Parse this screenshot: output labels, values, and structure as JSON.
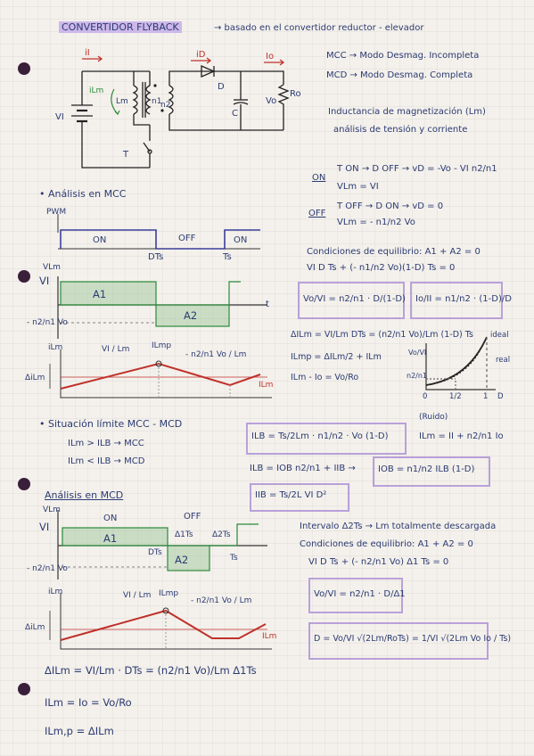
{
  "title": "CONVERTIDOR FLYBACK",
  "title_note": "→ basado en el convertidor reductor - elevador",
  "modes": {
    "mcc": "MCC → Modo Desmag. Incompleta",
    "mcd": "MCD → Modo Desmag. Completa"
  },
  "circuit": {
    "ii": "iI",
    "id": "iD",
    "io": "Io",
    "ilm": "iLm",
    "lm": "Lm",
    "n1": "n1",
    "n2": "n2",
    "d": "D",
    "c": "C",
    "ro": "Ro",
    "vo": "Vo",
    "vi": "VI",
    "t": "T"
  },
  "inductancia": {
    "line1": "Inductancia de magnetización (Lm)",
    "line2": "análisis de tensión y corriente"
  },
  "on_block": {
    "label": "ON",
    "l1": "T ON → D OFF → vD = -Vo - VI n2/n1",
    "l2": "VLm = VI"
  },
  "off_block": {
    "label": "OFF",
    "l1": "T OFF → D ON → vD = 0",
    "l2": "VLm = - n1/n2 Vo"
  },
  "mcc": {
    "heading": "• Análisis en MCC",
    "pwm": "PWM",
    "on": "ON",
    "off": "OFF",
    "on2": "ON",
    "dts": "DTs",
    "ts": "Ts",
    "vlm": "VLm",
    "vi": "VI",
    "a1": "A1",
    "a2": "A2",
    "t_axis": "t",
    "neg": "- n2/n1 Vo",
    "ilm": "iLm",
    "slope_up": "VI / Lm",
    "ilmp": "ILmp",
    "slope_dn": "- n2/n1 Vo / Lm",
    "dilm": "ΔiLm",
    "ilm_avg": "ILm"
  },
  "equilibrio": "Condiciones de equilibrio: A1 + A2 = 0",
  "eq_main": "VI D Ts + (- n1/n2 Vo)(1-D) Ts = 0",
  "box1": "Vo/VI = n2/n1 · D/(1-D)",
  "box2": "Io/II = n1/n2 · (1-D)/D",
  "delta_ilm": "ΔILm = VI/Lm DTs = (n2/n1 Vo)/Lm (1-D) Ts",
  "ilmp": "ILmp = ΔILm/2 + ILm",
  "ilm_io": "ILm - Io = Vo/Ro",
  "graph": {
    "ideal": "ideal",
    "real": "real",
    "yl": "Vo/VI",
    "ratio": "n2/n1",
    "x0": "0",
    "xh": "1/2",
    "x1": "1",
    "xl": "D"
  },
  "limite": {
    "heading": "• Situación límite MCC - MCD",
    "l1": "ILm > ILB → MCC",
    "l2": "ILm < ILB → MCD"
  },
  "ilb_box": "ILB = Ts/2Lm · n1/n2 · Vo (1-D)",
  "ruido": "(Ruido)",
  "ilm_sum": "ILm = II + n2/n1 Io",
  "ilb_eq": "ILB = IOB n2/n1 + IIB →",
  "iob_box": "IOB = n1/n2 ILB (1-D)",
  "iib_box": "IIB = Ts/2L VI D²",
  "mcd": {
    "heading": "Análisis en MCD",
    "vlm": "VLm",
    "on": "ON",
    "off": "OFF",
    "vi": "VI",
    "a1": "A1",
    "a2": "A2",
    "dts": "DTs",
    "d1ts": "Δ1Ts",
    "d2ts": "Δ2Ts",
    "ts": "Ts",
    "neg": "- n2/n1 Vo",
    "ilm": "iLm",
    "slope_up": "VI / Lm",
    "ilmp": "ILmp",
    "slope_dn": "- n2/n1 Vo / Lm",
    "dilm": "ΔiLm",
    "ilm_avg": "ILm"
  },
  "intervalo": "Intervalo Δ2Ts → Lm totalmente descargada",
  "equilibrio2": "Condiciones de equilibrio: A1 + A2 = 0",
  "eq_mcd": "VI D Ts + (- n2/n1 Vo) Δ1 Ts = 0",
  "box3": "Vo/VI = n2/n1 · D/Δ1",
  "box4": "D = Vo/VI √(2Lm/RoTs) = 1/VI √(2Lm Vo Io / Ts)",
  "bottom": {
    "l1": "ΔILm = VI/Lm · DTs = (n2/n1 Vo)/Lm Δ1Ts",
    "l2": "ILm = Io = Vo/Ro",
    "l3": "ILm,p = ΔILm"
  }
}
